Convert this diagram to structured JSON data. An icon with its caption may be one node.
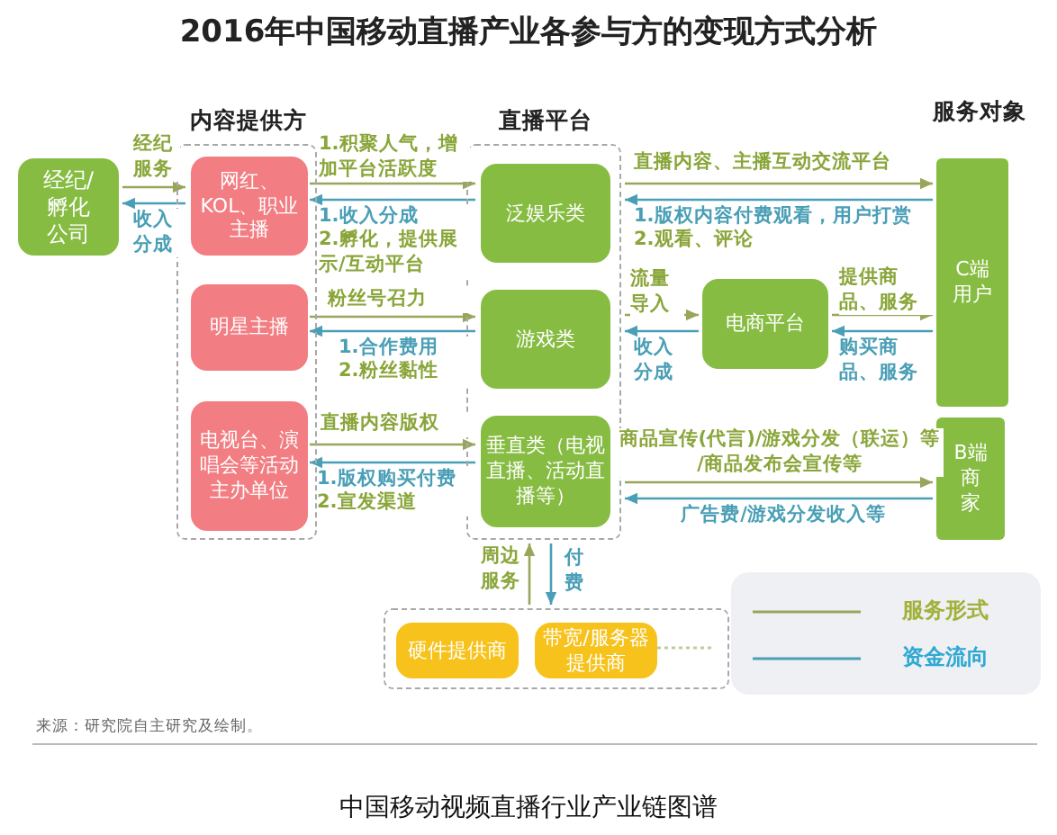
{
  "diagram": {
    "title": "2016年中国移动直播产业各参与方的变现方式分析",
    "caption": "中国移动视频直播行业产业链图谱",
    "nodes": [
      {
        "text": [
          "经纪/孵化公司"
        ]
      },
      {
        "text": [
          "内容提供方"
        ]
      },
      {
        "text": [
          "网红、KOL、职业主播"
        ],
        "in": 1
      },
      {
        "text": [
          "明星主播"
        ],
        "in": 1
      },
      {
        "text": [
          "电视台、演唱会等活动主办单位"
        ],
        "in": 1
      },
      {
        "text": [
          "直播平台"
        ]
      },
      {
        "text": [
          "泛娱乐类"
        ],
        "in": 5
      },
      {
        "text": [
          "游戏类"
        ],
        "in": 5
      },
      {
        "text": [
          "垂直类（电视直播、活动直播等）"
        ],
        "in": 5
      },
      {
        "text": [
          "电商平台"
        ]
      },
      {
        "text": [
          "C端用户"
        ]
      },
      {
        "text": [
          "B端商家"
        ]
      },
      {
        "text": [],
        "shape": "box"
      },
      {
        "text": [
          "硬件提供商"
        ],
        "in": 12
      },
      {
        "text": [
          "带宽/服务器提供商"
        ],
        "in": 12
      }
    ],
    "edges": [
      {
        "from": 0,
        "to": 2,
        "arrow": "to",
        "label": "经纪服务"
      },
      {
        "from": 2,
        "to": 0,
        "arrow": "to",
        "label": "收入分成",
        "color": "#4a9fb6"
      },
      {
        "from": 2,
        "to": 6,
        "arrow": "to",
        "label": "1.积聚人气，增加平台活跃度"
      },
      {
        "from": 6,
        "to": 2,
        "arrow": "to",
        "label": "1.收入分成",
        "color": "#4a9fb6"
      },
      {
        "from": 3,
        "to": 7,
        "arrow": "to",
        "label": "粉丝号召力"
      },
      {
        "from": 7,
        "to": 3,
        "arrow": "to",
        "label": "1.合作费用",
        "color": "#4a9fb6"
      },
      {
        "from": 4,
        "to": 8,
        "arrow": "to",
        "label": "直播内容版权"
      },
      {
        "from": 8,
        "to": 4,
        "arrow": "to",
        "label": "1.版权购买付费",
        "color": "#4a9fb6"
      },
      {
        "from": 5,
        "to": 10,
        "arrow": "to",
        "label": "直播内容、主播互动交流平台"
      },
      {
        "from": 10,
        "to": 5,
        "arrow": "to",
        "label": "1.版权内容付费观看，用户打赏",
        "color": "#4a9fb6"
      },
      {
        "from": 5,
        "to": 9,
        "arrow": "to",
        "label": "流量导入"
      },
      {
        "from": 9,
        "to": 5,
        "arrow": "to",
        "label": "收入分成",
        "color": "#4a9fb6"
      },
      {
        "from": 9,
        "to": 10,
        "arrow": "to",
        "label": "提供商品、服务"
      },
      {
        "from": 10,
        "to": 9,
        "arrow": "to",
        "label": "购买商品、服务",
        "color": "#4a9fb6"
      },
      {
        "from": 5,
        "to": 11,
        "arrow": "to",
        "label": "商品宣传(代言)/游戏分发（联运）等 /商品发布会宣传等"
      },
      {
        "from": 11,
        "to": 5,
        "arrow": "to",
        "label": "广告费/游戏分发收入等",
        "color": "#4a9fb6"
      },
      {
        "from": 12,
        "to": 5,
        "arrow": "to",
        "label": "周边服务"
      },
      {
        "from": 5,
        "to": 12,
        "arrow": "to",
        "label": "付费",
        "color": "#4a9fb6"
      }
    ],
    "labels": [
      "服务对象",
      "2.孵化，提供展示/互动平台",
      "2.粉丝黏性",
      "2.宣发渠道",
      "2.观看、评论",
      "来源：研究院自主研究及绘制。"
    ],
    "legend": [
      {
        "text": "服务形式"
      },
      {
        "text": "资金流向"
      }
    ]
  }
}
